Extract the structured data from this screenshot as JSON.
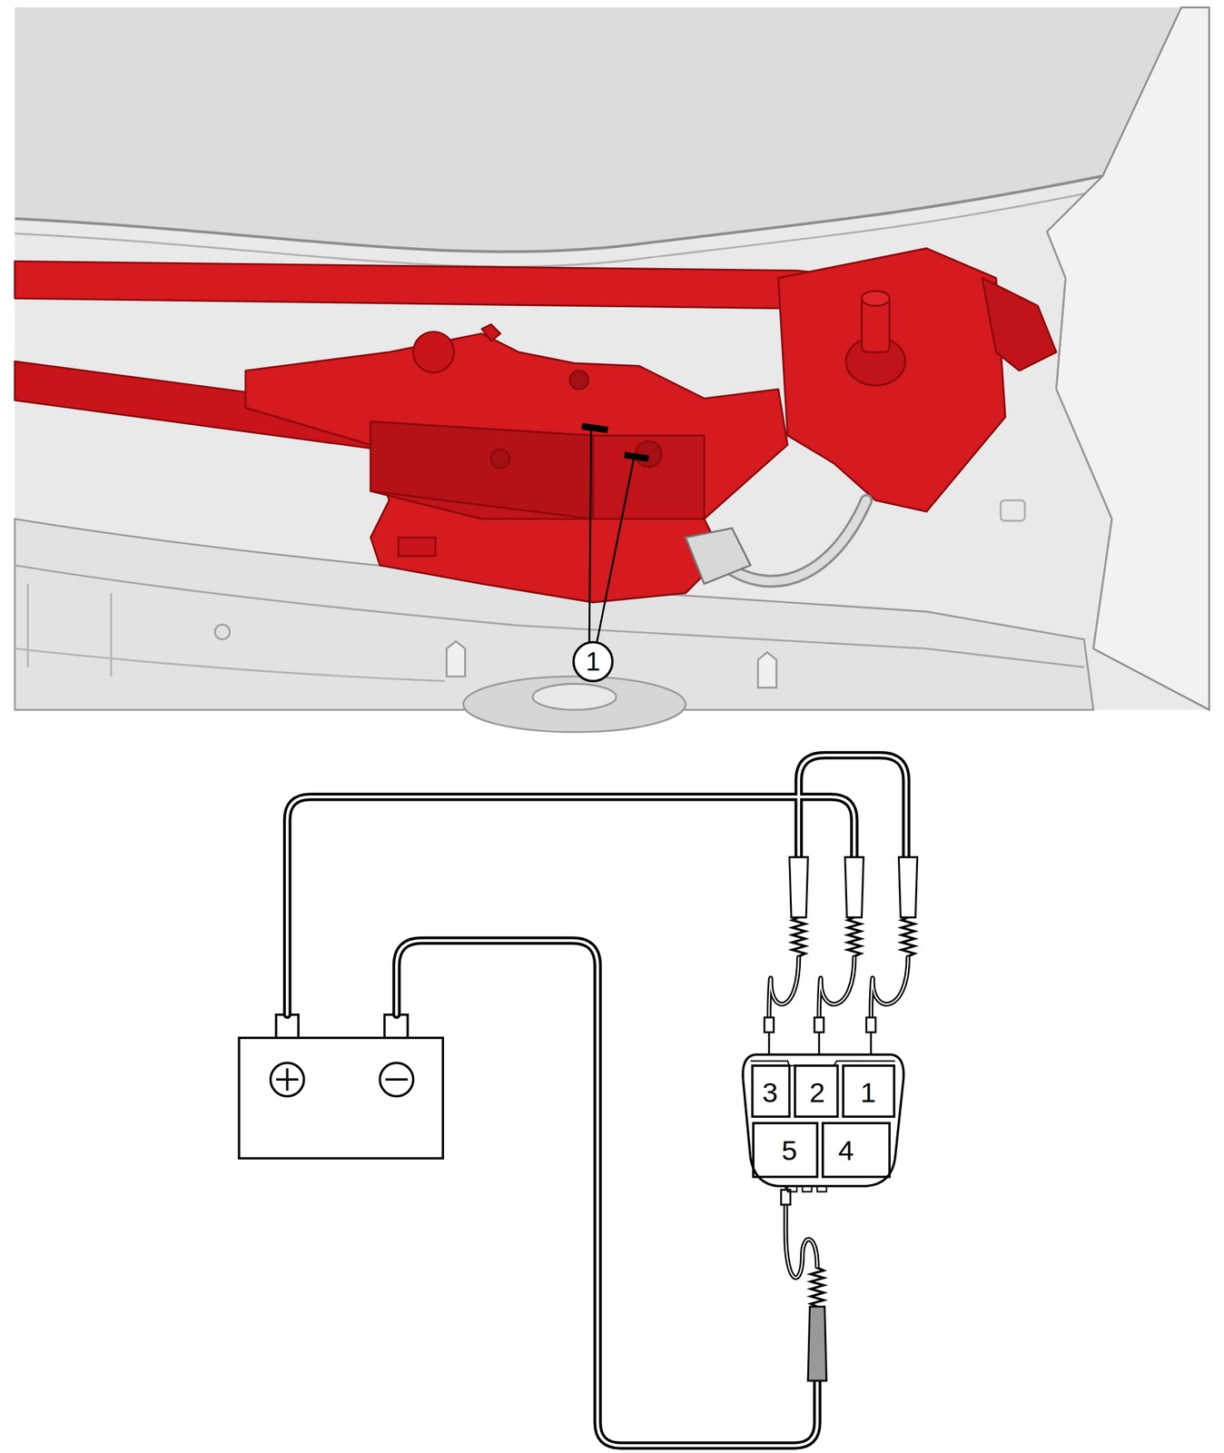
{
  "diagram": {
    "labels": [
      "1",
      "3",
      "2",
      "1",
      "5",
      "4"
    ]
  }
}
